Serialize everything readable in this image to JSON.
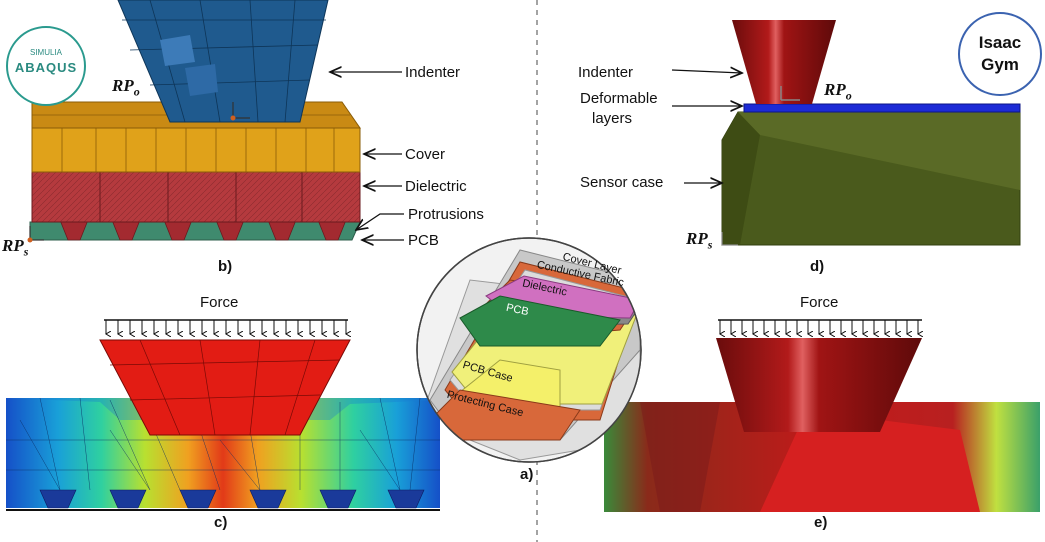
{
  "logos": {
    "abaqus_line1": "SIMULIA",
    "abaqus_line2": "ABAQUS",
    "isaac_line1": "Isaac",
    "isaac_line2": "Gym"
  },
  "panel_b": {
    "rp_o": "RP",
    "rp_o_sub": "o",
    "rp_s": "RP",
    "rp_s_sub": "s",
    "labels": {
      "indenter": "Indenter",
      "cover": "Cover",
      "dielectric": "Dielectric",
      "protrusions": "Protrusions",
      "pcb": "PCB"
    },
    "caption": "b)"
  },
  "panel_d": {
    "rp_o": "RP",
    "rp_o_sub": "o",
    "rp_s": "RP",
    "rp_s_sub": "s",
    "labels": {
      "indenter": "Indenter",
      "deformable_1": "Deformable",
      "deformable_2": "layers",
      "sensor_case": "Sensor case"
    },
    "caption": "d)"
  },
  "panel_a": {
    "labels": {
      "cover_layer": "Cover Layer",
      "conductive_fabric": "Conductive Fabric",
      "dielectric": "Dielectric",
      "pcb": "PCB",
      "pcb_case": "PCB Case",
      "protecting_case": "Protecting Case"
    },
    "caption": "a)"
  },
  "panel_c": {
    "force": "Force",
    "caption": "c)"
  },
  "panel_e": {
    "force": "Force",
    "caption": "e)"
  },
  "colors": {
    "indenter_blue": "#1f5a8e",
    "cover": "#e0a21a",
    "dielectric": "#b53a3e",
    "pcb": "#3f8a6e",
    "case_green": "#4a5a1c",
    "deform_blue": "#1d2bd6",
    "indenter_red": "#8e1212"
  }
}
